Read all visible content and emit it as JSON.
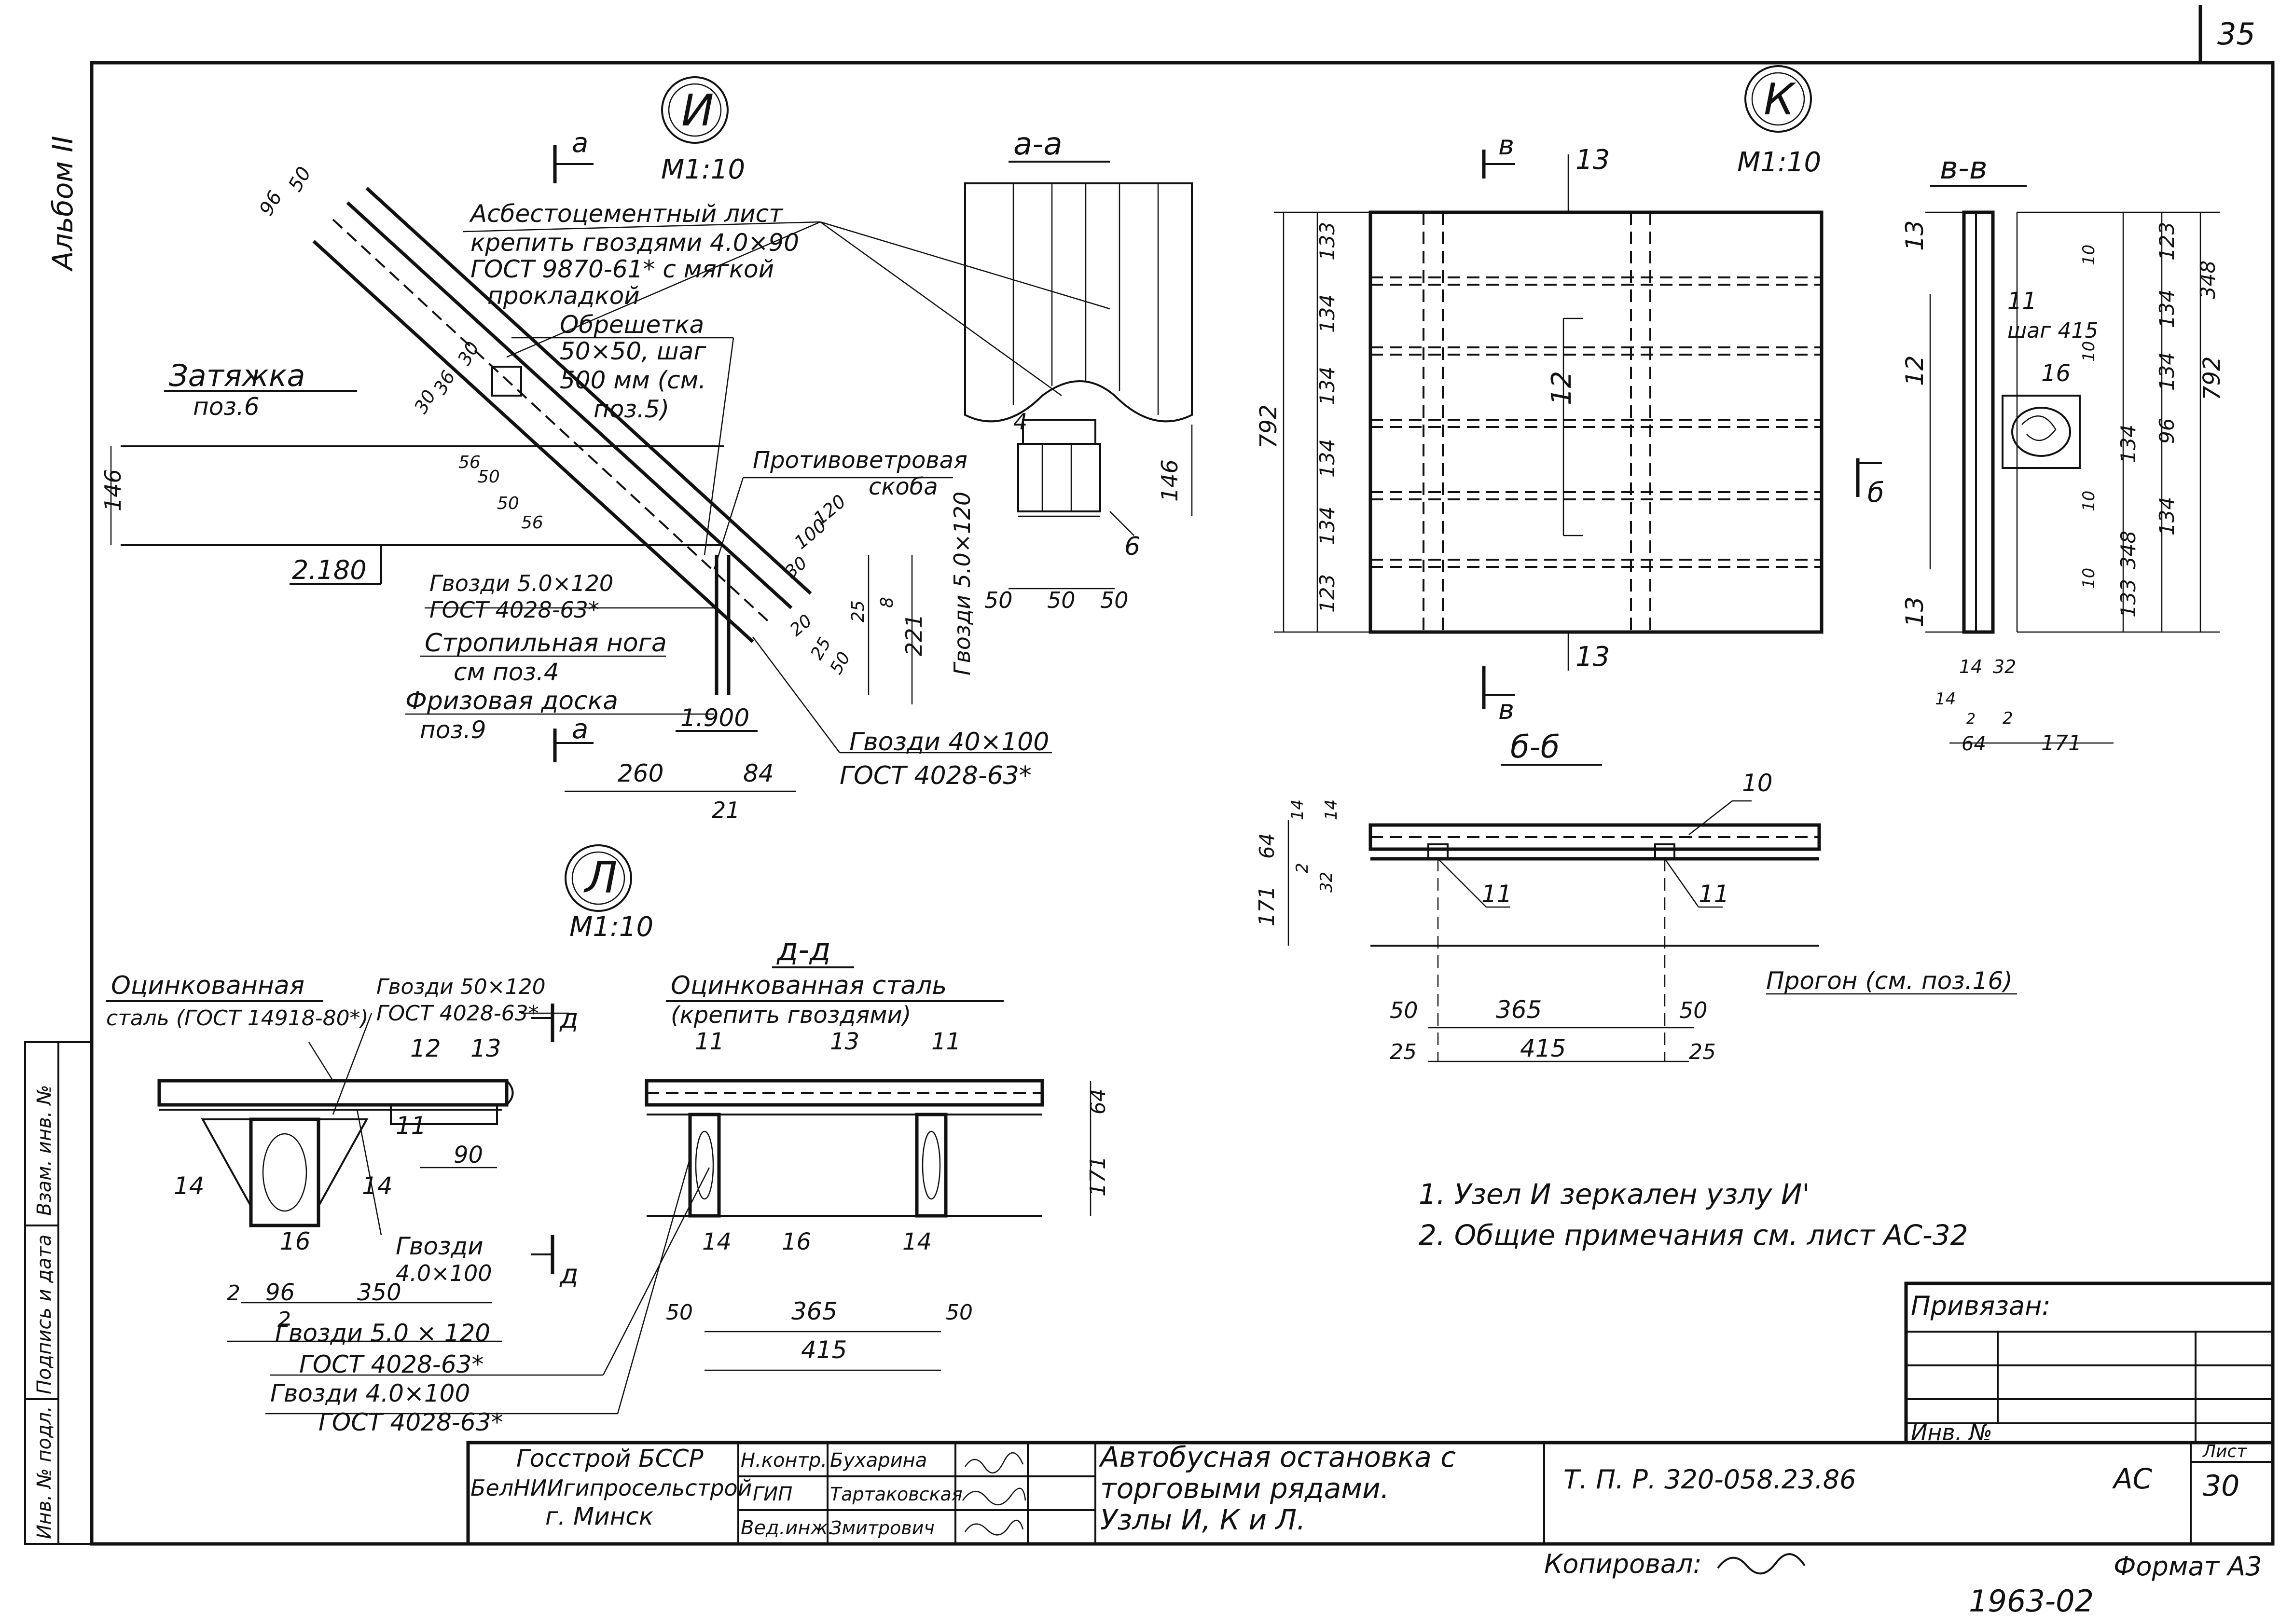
{
  "page_number": "35",
  "album_label": "Альбом II",
  "side_stamp": {
    "inv_podl": "Инв. № подл.",
    "podpis_data": "Подпись и дата",
    "vzam_inv": "Взам. инв. №"
  },
  "node_I": {
    "marker": "И",
    "scale": "М1:10",
    "section_mark": "а",
    "labels": {
      "asbest1": "Асбестоцементный лист",
      "asbest2": "крепить гвоздями 4.0×90",
      "asbest3": "ГОСТ 9870-61* с мягкой",
      "asbest4": "прокладкой",
      "obresh1": "Обрешетка",
      "obresh2": "50×50, шаг",
      "obresh3": "500 мм (см.",
      "obresh4": "поз.5)",
      "zatyazhka": "Затяжка",
      "zatyazhka_poz": "поз.6",
      "protiv1": "Противоветровая",
      "protiv2": "скоба",
      "gvozdi1": "Гвозди 5.0×120",
      "gvozdi1b": "ГОСТ 4028-63*",
      "stropil1": "Стропильная нога",
      "stropil2": "см поз.4",
      "friz1": "Фризовая доска",
      "friz2": "поз.9",
      "gvozdi2": "Гвозди 40×100",
      "gvozdi2b": "ГОСТ 4028-63*"
    },
    "dims": [
      "96",
      "50",
      "30",
      "36",
      "30",
      "56",
      "50",
      "50",
      "56",
      "146",
      "120",
      "100",
      "30",
      "25",
      "8",
      "221",
      "20",
      "25",
      "50",
      "260",
      "84",
      "21"
    ],
    "levels": [
      "2.180",
      "1.900"
    ]
  },
  "section_aa": {
    "title": "а-а",
    "gvozdi": "Гвозди 5.0×120",
    "pos": "6",
    "dims": [
      "4",
      "146",
      "50",
      "50",
      "50"
    ]
  },
  "node_K": {
    "marker": "К",
    "scale": "М1:10",
    "section_mark": "в",
    "dims": [
      "133",
      "134",
      "134",
      "134",
      "134",
      "123",
      "792"
    ],
    "labels": {
      "n13a": "13",
      "n13b": "13",
      "n12": "12"
    }
  },
  "section_vv": {
    "title": "в-в",
    "shag": "шаг 415",
    "dims_right": [
      "123",
      "348",
      "134",
      "134",
      "96",
      "134",
      "134",
      "348",
      "133",
      "792"
    ],
    "dims_small": [
      "10",
      "10",
      "10",
      "10",
      "14",
      "32",
      "14",
      "2",
      "2",
      "64",
      "171"
    ],
    "labels": {
      "n13a": "13",
      "n12": "12",
      "n13b": "13",
      "n11": "11",
      "n16": "16",
      "mark_b": "б"
    }
  },
  "section_bb": {
    "title": "б-б",
    "n10": "10",
    "n11a": "11",
    "n11b": "11",
    "progon": "Прогон (см. поз.16)",
    "dims": [
      "64",
      "14",
      "14",
      "2",
      "32",
      "171",
      "50",
      "365",
      "50",
      "25",
      "415",
      "25"
    ]
  },
  "node_L": {
    "marker": "Л",
    "scale": "М1:10",
    "labels": {
      "ocink1": "Оцинкованная",
      "ocink2": "сталь (ГОСТ 14918-80*)",
      "gv_a": "Гвозди 50×120",
      "gv_b": "ГОСТ 4028-63*",
      "gv_c": "Гвозди",
      "gv_d": "4.0×100",
      "gv_e": "Гвозди 5.0 × 120",
      "gv_f": "ГОСТ 4028-63*",
      "gv_g": "Гвозди 4.0×100",
      "gv_h": "ГОСТ 4028-63*",
      "sec": "д"
    },
    "nums": [
      "12",
      "13",
      "11",
      "14",
      "14",
      "16"
    ],
    "dims": [
      "90",
      "2",
      "96",
      "350",
      "2"
    ]
  },
  "section_dd": {
    "title": "д-д",
    "ocink1": "Оцинкованная сталь",
    "ocink2": "(крепить гвоздями)",
    "nums": [
      "11",
      "13",
      "11",
      "14",
      "16",
      "14"
    ],
    "dims": [
      "64",
      "171",
      "50",
      "365",
      "50",
      "415"
    ]
  },
  "notes": [
    "1. Узел И зеркален узлу И'",
    "2. Общие примечания см. лист АС-32"
  ],
  "privyazan": {
    "title": "Привязан:",
    "inv": "Инв. №"
  },
  "title_block": {
    "org1": "Госстрой БССР",
    "org2": "БелНИИгипросельстрой",
    "org3": "г. Минск",
    "roles": [
      "Н.контр.",
      "ГИП",
      "Вед.инж."
    ],
    "names": [
      "Бухарина",
      "Тартаковская",
      "Змитрович"
    ],
    "title1": "Автобусная остановка с",
    "title2": "торговыми рядами.",
    "title3": "Узлы И, К и Л.",
    "code": "Т. П. Р. 320-058.23.86",
    "mark": "АС",
    "list_label": "Лист",
    "list_no": "30"
  },
  "footer": {
    "kopiroval": "Копировал:",
    "format": "Формат А3",
    "stamp": "1963-02"
  }
}
